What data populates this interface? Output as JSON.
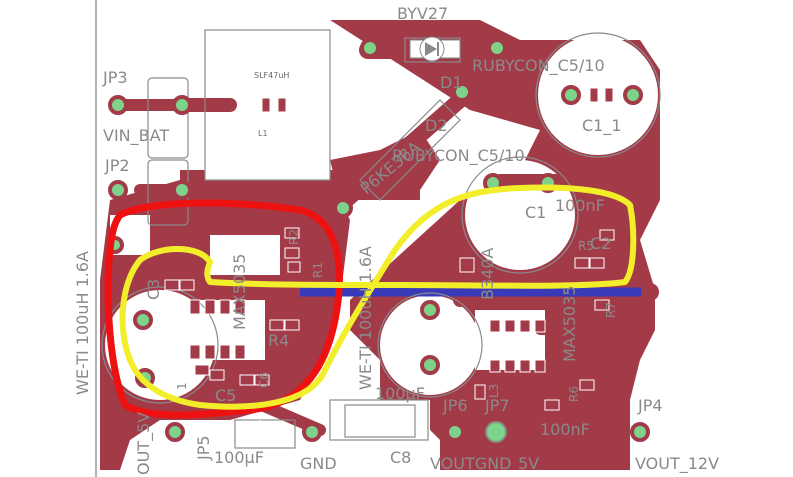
{
  "labels": {
    "byv27": "BYV27",
    "jp3": "JP3",
    "vin_bat": "VIN_BAT",
    "jp2": "JP2",
    "slf": "SLF47uH",
    "l1": "L1",
    "d1": "D1",
    "d2": "D2",
    "p6ke": "P6KE36A",
    "rubycon_top": "RUBYCON_C5/10",
    "c1_1": "C1_1",
    "rubycon_mid": "RUBYCON_C5/10",
    "c1": "C1",
    "c100n_top": "100nF",
    "c2": "C2",
    "r5": "R5",
    "r2": "R2",
    "r1": "R1",
    "max5035": "MAX5035",
    "c3": "C3",
    "r4": "R4",
    "c5": "C5",
    "c6": "C6",
    "weti_left": "WE-TI 100uH 1.6A",
    "weti_mid": "WE-TI 100uH 1.6A",
    "c100u_mid": "100µF",
    "b340a": "B340A",
    "max5035_r": "MAX5035",
    "r7": "R7",
    "r6": "R6",
    "l3": "L3",
    "c100n_bot": "100nF",
    "jp6": "JP6",
    "jp7": "JP7",
    "jp4": "JP4",
    "c8": "C8",
    "c100u_bot": "100µF",
    "gnd": "GND",
    "voutgnd": "VOUTGND",
    "v5v": "5V",
    "vout12": "VOUT_12V",
    "out5v": "OUT_5V",
    "jp5": "JP5",
    "one": "1"
  },
  "colors": {
    "copper": "#a33a48",
    "pad": "#7ed38a",
    "outline": "#8a8a8a",
    "red_annotation": "#ee1111",
    "yellow_annotation": "#f2ee2a",
    "blue_trace": "#3a3ab8"
  }
}
